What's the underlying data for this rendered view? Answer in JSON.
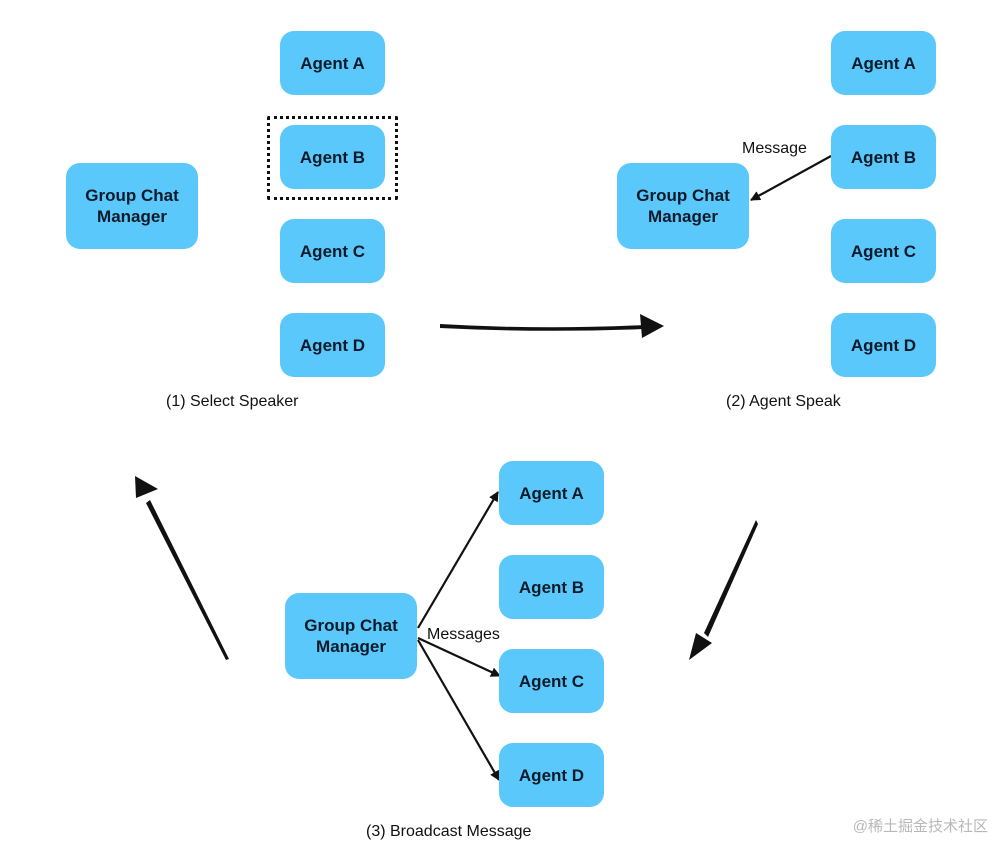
{
  "panels": {
    "select": {
      "caption": "(1) Select Speaker",
      "manager": "Group Chat\nManager",
      "agents": [
        "Agent A",
        "Agent B",
        "Agent C",
        "Agent D"
      ]
    },
    "speak": {
      "caption": "(2) Agent Speak",
      "manager": "Group Chat\nManager",
      "agents": [
        "Agent A",
        "Agent B",
        "Agent C",
        "Agent D"
      ],
      "message_label": "Message"
    },
    "broadcast": {
      "caption": "(3) Broadcast Message",
      "manager": "Group Chat\nManager",
      "agents": [
        "Agent A",
        "Agent B",
        "Agent C",
        "Agent D"
      ],
      "message_label": "Messages"
    }
  },
  "watermark": "@稀土掘金技术社区",
  "colors": {
    "node": "#5ac8fa",
    "ink": "#111111"
  }
}
